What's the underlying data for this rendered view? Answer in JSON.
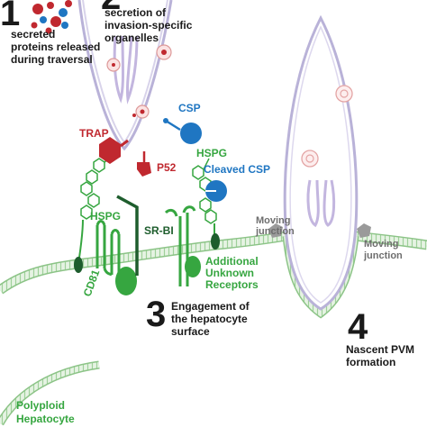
{
  "steps": [
    {
      "number": "1",
      "caption": [
        "secreted",
        "proteins released",
        "during traversal"
      ]
    },
    {
      "number": "2",
      "caption": [
        "secretion of",
        "invasion-specific",
        "organelles"
      ]
    },
    {
      "number": "3",
      "caption": [
        "Engagement of",
        "the hepatocyte",
        "surface"
      ]
    },
    {
      "number": "4",
      "caption": [
        "Nascent PVM",
        "formation"
      ]
    }
  ],
  "labels": {
    "trap": "TRAP",
    "p52": "P52",
    "csp": "CSP",
    "cleaved_csp": "Cleaved CSP",
    "hspg_left": "HSPG",
    "hspg_right": "HSPG",
    "sr_bi": "SR-BI",
    "cd81": "CD81",
    "additional_receptors": [
      "Additional",
      "Unknown",
      "Receptors"
    ],
    "moving_junction_left": [
      "Moving",
      "junction"
    ],
    "moving_junction_right": [
      "Moving",
      "junction"
    ],
    "polyploid": [
      "Polyploid",
      "Hepatocyte"
    ]
  },
  "colors": {
    "red": "#c0282f",
    "blue": "#1f76c2",
    "green": "#36a640",
    "dark_green": "#1e5d2d",
    "membrane": "#a9d4a4",
    "sporozoite": "#b9b2d8",
    "grey": "#8c8c8c"
  }
}
